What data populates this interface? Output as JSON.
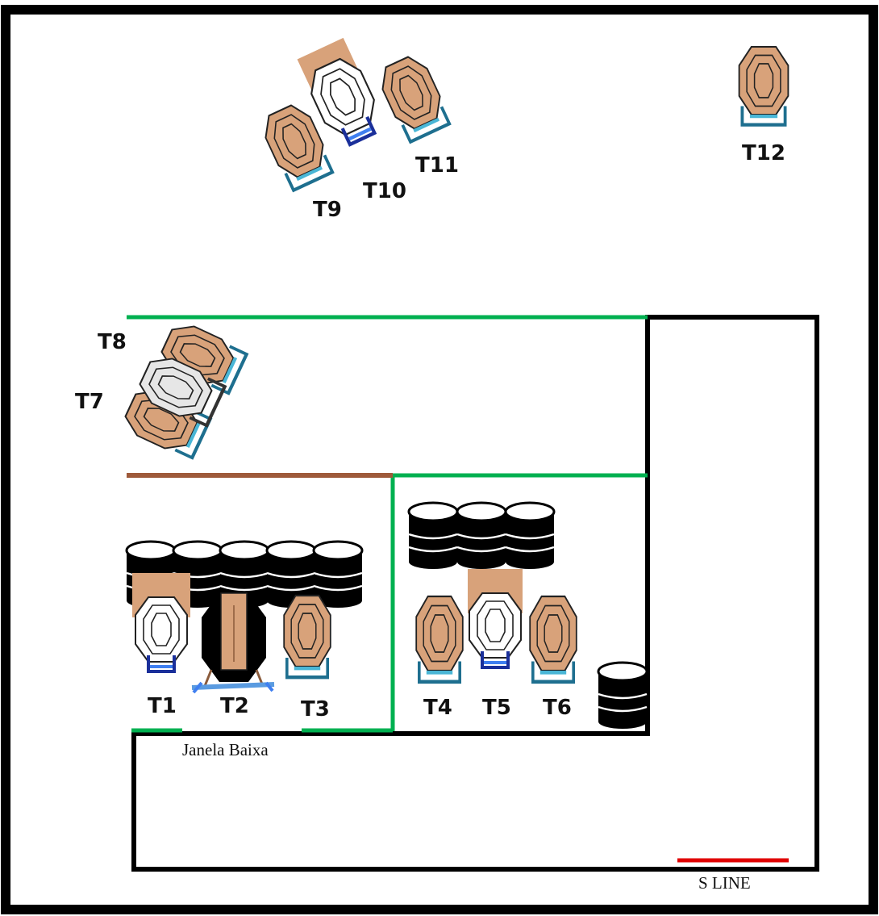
{
  "colors": {
    "frame": "#000000",
    "wall": "#000000",
    "fault_line": "#00b050",
    "wood_wall": "#9e5a3a",
    "shoot_line": "#e00000",
    "target_cardboard": "#d8a27a",
    "target_noshoot": "#ffffff",
    "target_stand": "#1e6f8f",
    "barrel": "#000000"
  },
  "targets": {
    "t1": "T1",
    "t2": "T2",
    "t3": "T3",
    "t4": "T4",
    "t5": "T5",
    "t6": "T6",
    "t7": "T7",
    "t8": "T8",
    "t9": "T9",
    "t10": "T10",
    "t11": "T11",
    "t12": "T12"
  },
  "target_types": {
    "cardboard": "cardboard-target-icon",
    "noshoot": "no-shoot-target-icon",
    "popper": "popper-target-icon",
    "barrel": "barrel-icon"
  },
  "labels": {
    "low_window": "Janela Baixa",
    "start_line": "S LINE"
  }
}
